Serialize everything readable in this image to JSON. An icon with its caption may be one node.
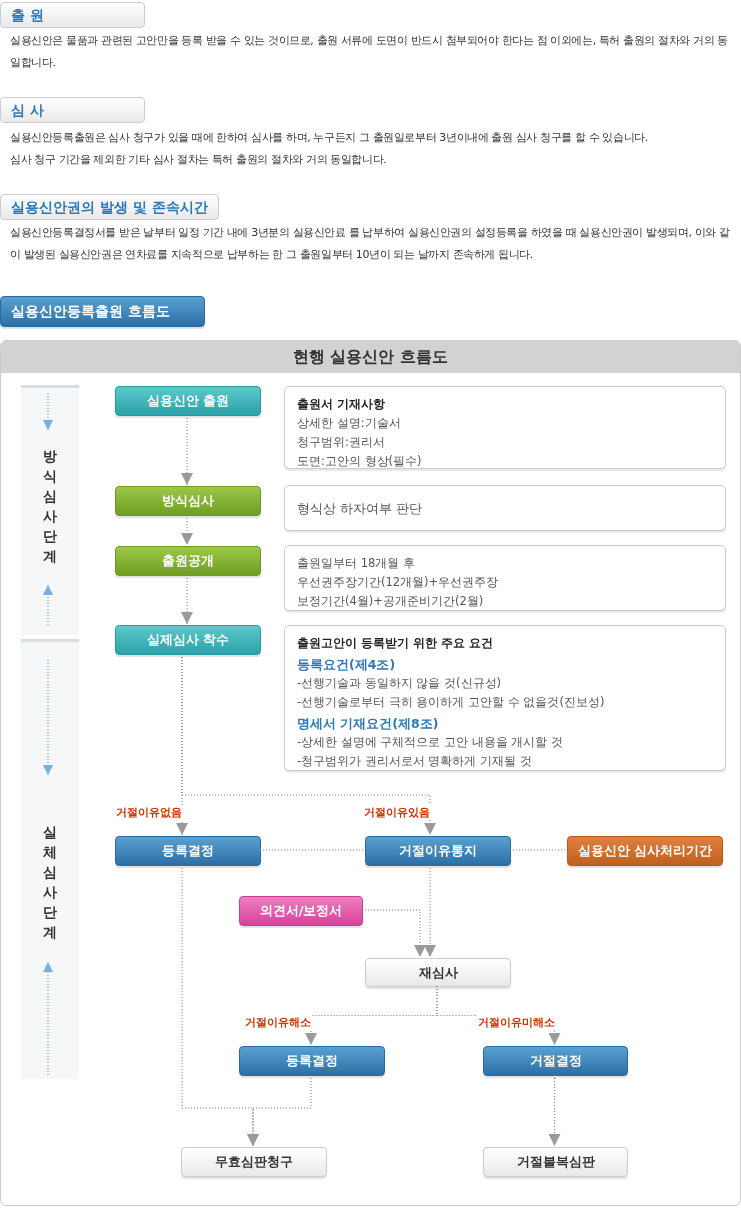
{
  "diagram": {
    "nodes": [
      {
        "text": [
          "출 원"
        ],
        "beside": [
          "실용신안은 물품과 관련된 고안만을 등록 받을 수 있는 것이므로, 출원 서류에 도면이 반드시 첨부되어야 한다는 점 이외에는, 특허 출원의 절차와 거의 동일합니다."
        ]
      },
      {
        "text": [
          "심 사"
        ],
        "beside": [
          "실용신안등록출원은 심사 청구가 있을 때에 한하여 심사를 하며, 누구든지 그 출원일로부터 3년이내에 출원 심사 청구를 할 수 있습니다.",
          "심사 청구 기간을 제외한 기타 심사 절차는 특허 출원의 절차와 거의 동일합니다."
        ]
      },
      {
        "text": [
          "실용신안권의 발생 및 존속시간"
        ],
        "beside": [
          "실용신안등록결정서를 받은 날부터 일정 기간 내에 3년분의 실용신안료 를 납부하여 실용신안권의 설정등록을 하였을 때 실용신안권이 발생되며, 이와 같이 발생된 실용신안권은 연차료를 지속적으로 납부하는 한 그 출원일부터 10년이 되는 날까지 존속하게 됩니다."
        ]
      },
      {
        "text": [
          "실용신안등록출원 흐름도"
        ]
      },
      {
        "text": [
          "현행 실용신안 흐름도"
        ]
      },
      {
        "text": [
          "방식심사단계"
        ],
        "in": 4
      },
      {
        "text": [
          "실체심사단계"
        ],
        "in": 4
      },
      {
        "text": [
          "실용신안 출원"
        ],
        "in": 4
      },
      {
        "text": [
          "출원서 기재사항",
          "상세한 설명:기술서",
          "청구범위:권리서",
          "도면:고안의 형상(필수)"
        ],
        "in": 4
      },
      {
        "text": [
          "방식심사"
        ],
        "in": 4
      },
      {
        "text": [
          "형식상 하자여부 판단"
        ],
        "in": 4
      },
      {
        "text": [
          "출원공개"
        ],
        "in": 4
      },
      {
        "text": [
          "출원일부터 18개월 후",
          "우선권주장기간(12개월)+우선권주장",
          "보정기간(4월)+공개준비기간(2월)"
        ],
        "in": 4
      },
      {
        "text": [
          "실제심사 착수"
        ],
        "in": 4
      },
      {
        "text": [
          "출원고안이 등록받기 위한 주요 요건",
          "등록요건(제4조)",
          "-선행기술과 동일하지 않을 것(신규성)",
          "-선행기술로부터 극히 용이하게 고안할 수 없을것(진보성)",
          "명세서 기재요건(제8조)",
          "-상세한 설명에 구체적으로 고안 내용을 개시할 것",
          "-청구범위가 권리서로서 명확하게 기재될 것"
        ],
        "in": 4
      },
      {
        "text": [
          "등록결정"
        ],
        "in": 4
      },
      {
        "text": [
          "거절이유통지"
        ],
        "in": 4
      },
      {
        "text": [
          "실용신안 심사처리기간"
        ],
        "in": 4
      },
      {
        "text": [
          "의견서/보정서"
        ],
        "in": 4
      },
      {
        "text": [
          "재심사"
        ],
        "in": 4
      },
      {
        "text": [
          "등록결정"
        ],
        "in": 4
      },
      {
        "text": [
          "거절결정"
        ],
        "in": 4
      },
      {
        "text": [
          "무효심판청구"
        ],
        "in": 4
      },
      {
        "text": [
          "거절불복심판"
        ],
        "in": 4
      }
    ],
    "edges": [
      {
        "from": 7,
        "to": 9,
        "arrow": "to"
      },
      {
        "from": 9,
        "to": 11,
        "arrow": "to"
      },
      {
        "from": 11,
        "to": 13,
        "arrow": "to"
      },
      {
        "from": 13,
        "to": 15,
        "arrow": "to",
        "label": "거절이유없음"
      },
      {
        "from": 13,
        "to": 16,
        "arrow": "to",
        "label": "거절이유있음"
      },
      {
        "from": 15,
        "to": 16,
        "arrow": "none",
        "color": "#e8559a"
      },
      {
        "from": 16,
        "to": 17,
        "arrow": "none",
        "color": "#e8559a"
      },
      {
        "from": 18,
        "to": 19,
        "arrow": "to"
      },
      {
        "from": 16,
        "to": 19,
        "arrow": "to"
      },
      {
        "from": 19,
        "to": 20,
        "arrow": "to",
        "label": "거절이유해소"
      },
      {
        "from": 19,
        "to": 21,
        "arrow": "to",
        "label": "거절이유미해소"
      },
      {
        "from": 15,
        "to": 22,
        "arrow": "to"
      },
      {
        "from": 20,
        "to": 22,
        "arrow": "to"
      },
      {
        "from": 21,
        "to": 23,
        "arrow": "to"
      }
    ]
  }
}
